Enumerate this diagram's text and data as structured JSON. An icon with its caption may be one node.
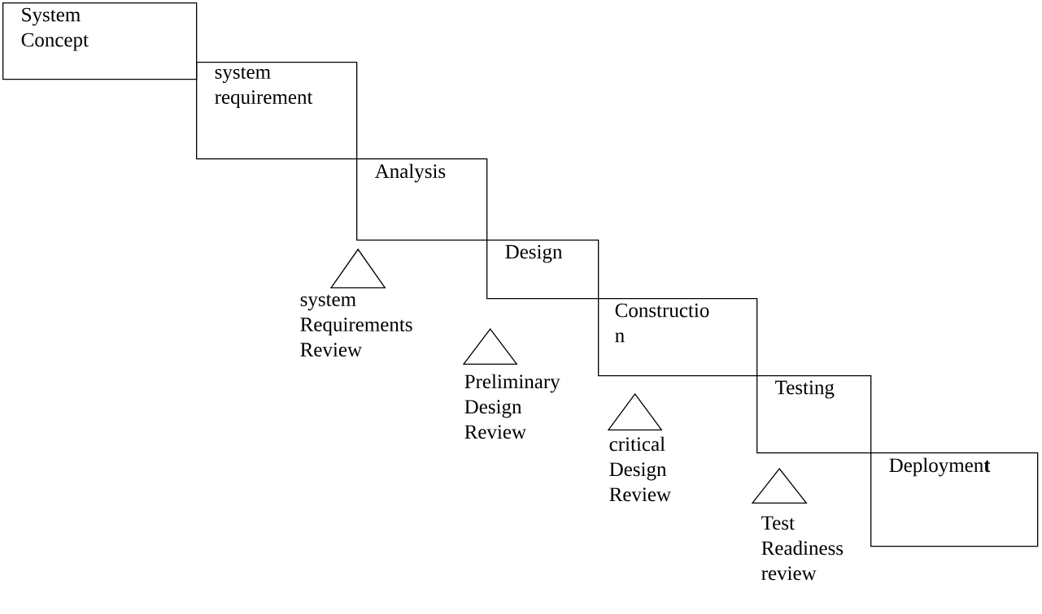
{
  "diagram": {
    "nodes": [
      {
        "text": [
          "System Concept"
        ]
      },
      {
        "text": [
          "system requirement"
        ]
      },
      {
        "text": [
          "Analysis"
        ]
      },
      {
        "text": [
          "Design"
        ]
      },
      {
        "text": [
          "Constructio n"
        ]
      },
      {
        "text": [
          "Testing"
        ]
      },
      {
        "text": [
          "Deploymen**t**"
        ]
      },
      {
        "text": [],
        "shape": "triangle",
        "beside": [
          "system Requirements Review"
        ]
      },
      {
        "text": [],
        "shape": "triangle",
        "beside": [
          "Preliminary Design Review"
        ]
      },
      {
        "text": [],
        "shape": "triangle",
        "beside": [
          "critical Design Review"
        ]
      },
      {
        "text": [],
        "shape": "triangle",
        "beside": [
          "Test Readiness review"
        ]
      }
    ]
  }
}
